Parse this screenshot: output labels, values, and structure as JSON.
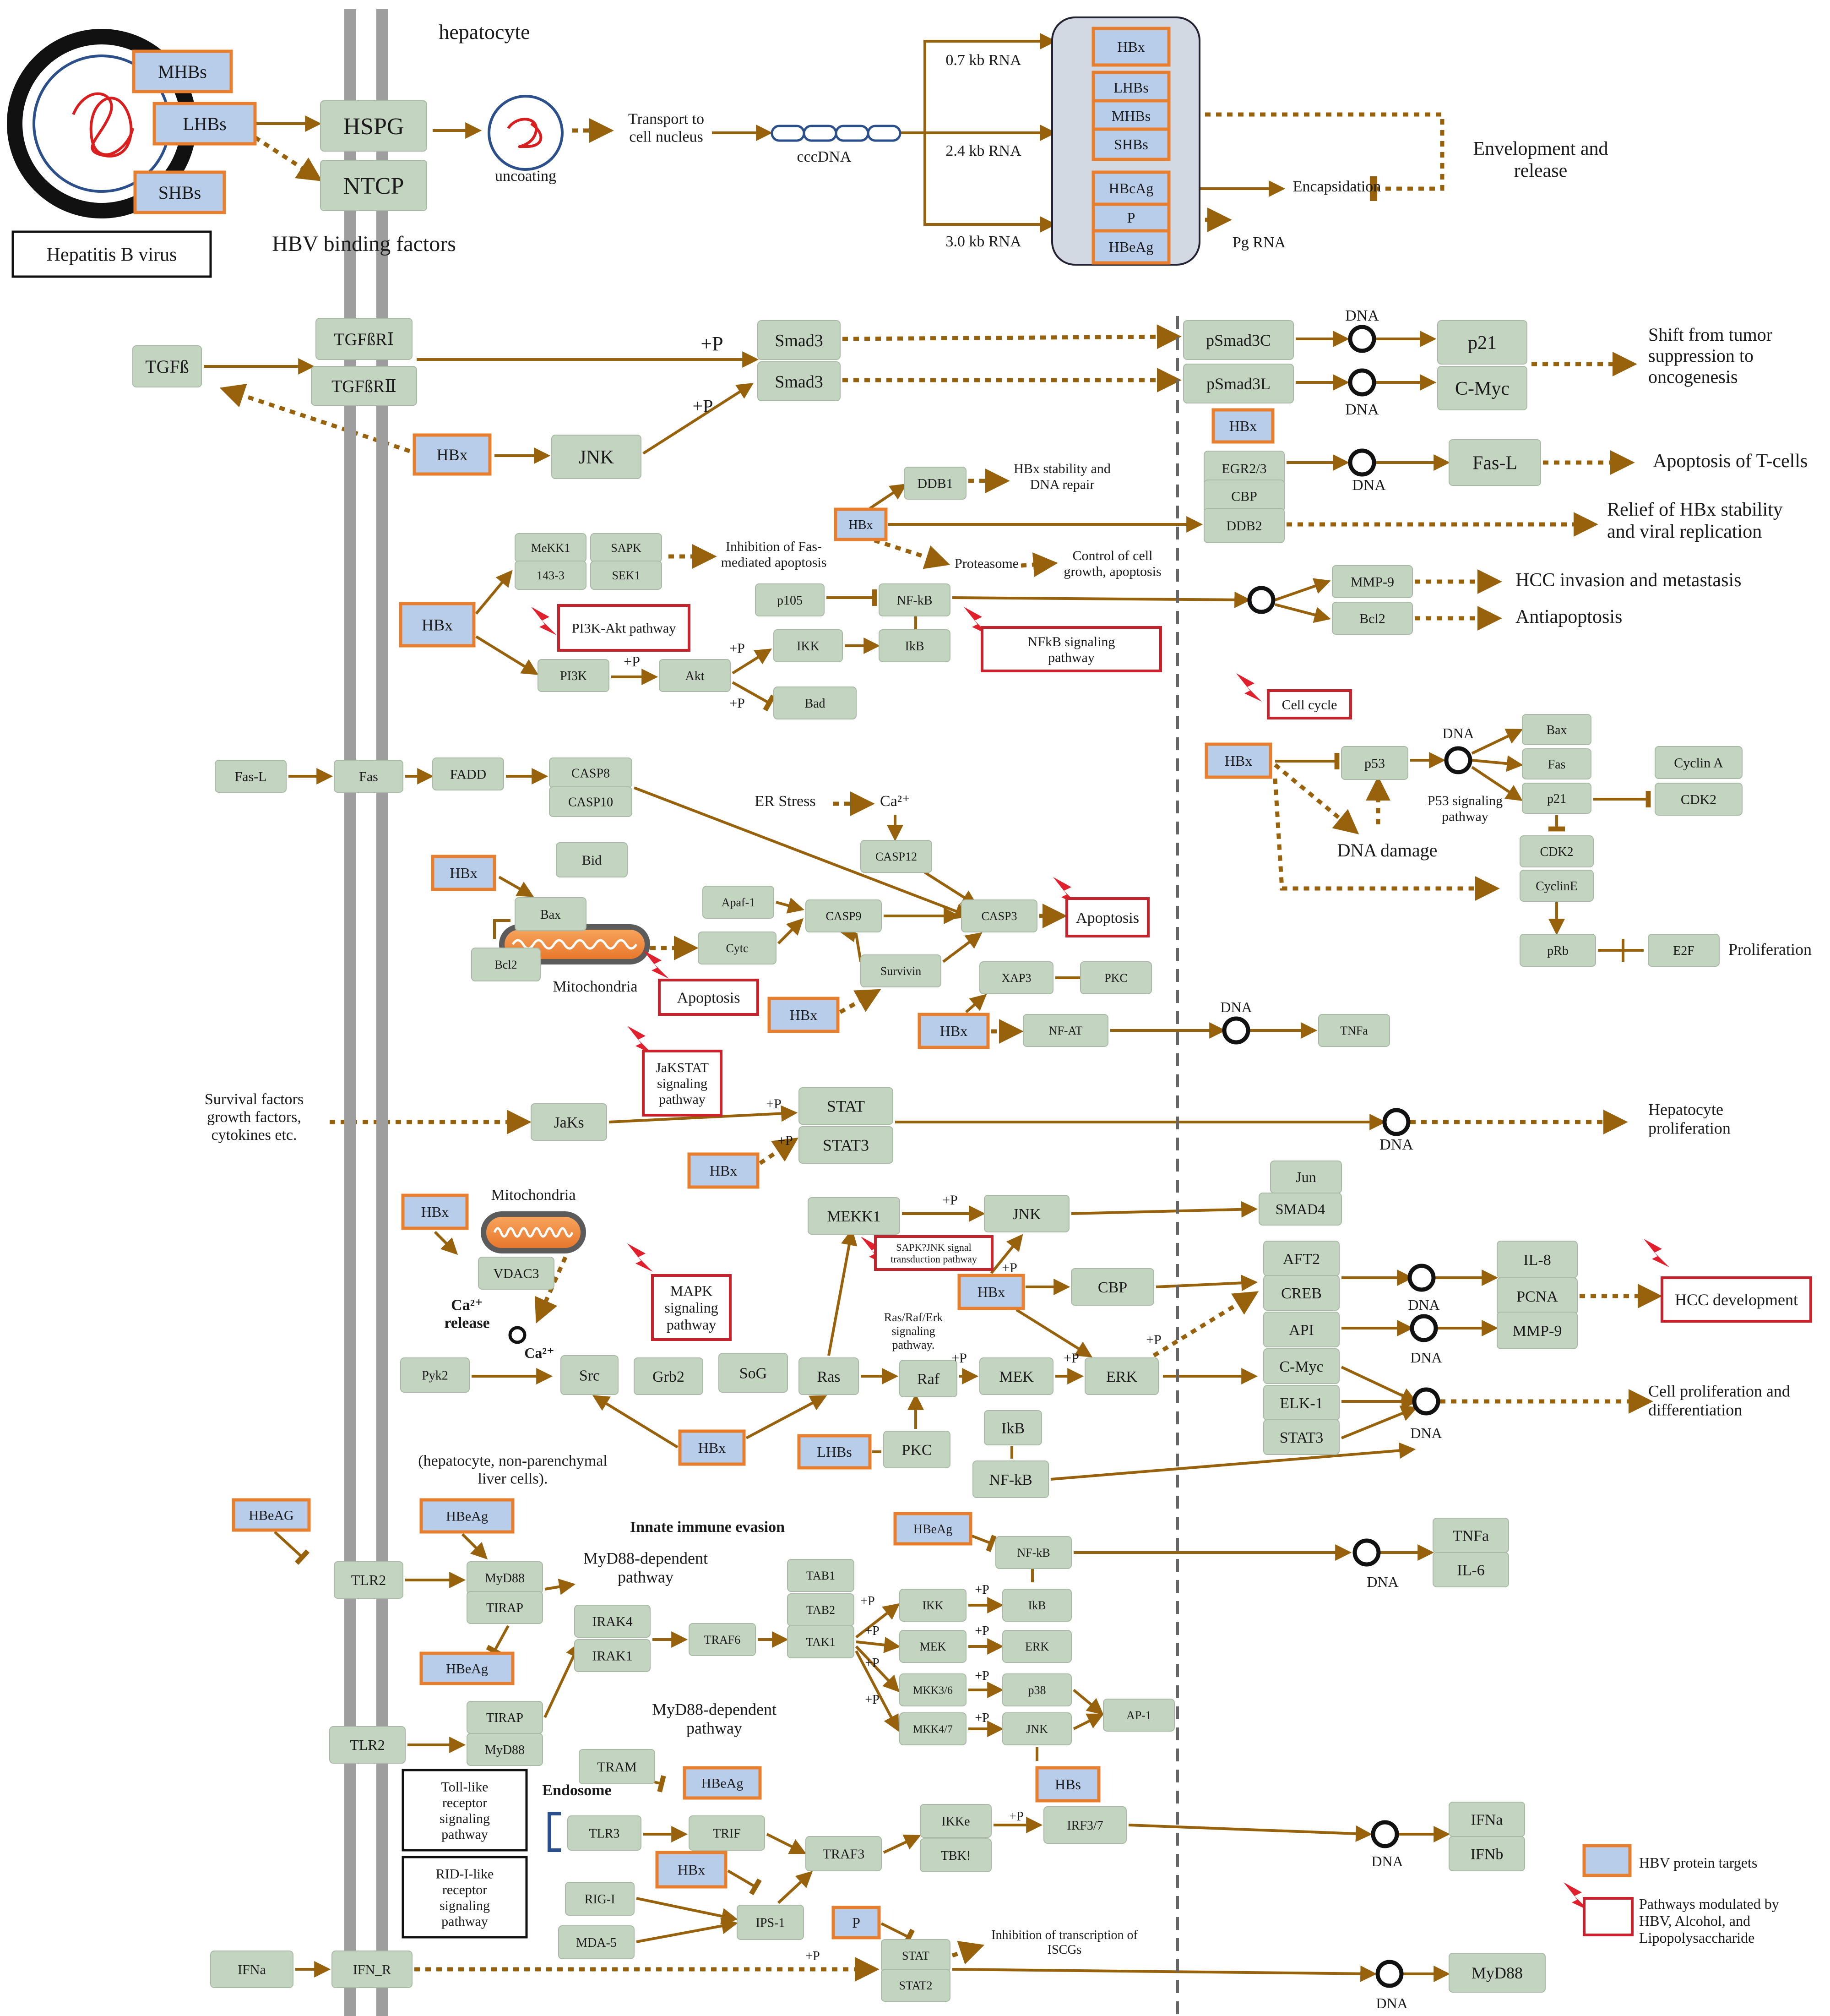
{
  "colors": {
    "node": "#c3d5c0",
    "hbv": "#b8cde9",
    "hbv_border": "#e77f2f",
    "pathway_border": "#c8232c",
    "arrow": "#98620c",
    "membrane": "#9e9e9e",
    "lightning": "#e0202d",
    "dna_circle": "#111111"
  },
  "virus": {
    "title": "Hepatitis B virus",
    "mhbs": "MHBs",
    "lhbs": "LHBs",
    "shbs": "SHBs"
  },
  "header": {
    "hepatocyte": "hepatocyte",
    "binding": "HBV binding factors",
    "hspg": "HSPG",
    "ntcp": "NTCP",
    "uncoating": "uncoating",
    "transport": "Transport to\ncell nucleus",
    "cccdna": "cccDNA",
    "rna07": "0.7 kb RNA",
    "rna24": "2.4 kb RNA",
    "rna30": "3.0 kb RNA",
    "hbx": "HBx",
    "lhbs": "LHBs",
    "mhbs": "MHBs",
    "shbs": "SHBs",
    "hbcag": "HBcAg",
    "p": "P",
    "hbeag": "HBeAg",
    "encaps": "Encapsidation",
    "pgrna": "Pg RNA",
    "envelop": "Envelopment and\nrelease"
  },
  "tgf": {
    "tgfb": "TGFß",
    "tgfbr1": "TGFßRⅠ",
    "tgfbr2": "TGFßRⅡ",
    "p": "+P",
    "smad3a": "Smad3",
    "smad3b": "Smad3",
    "psmad3c": "pSmad3C",
    "psmad3l": "pSmad3L",
    "dna": "DNA",
    "p21": "p21",
    "cmyc": "C-Myc",
    "shift": "Shift from tumor\nsuppression to\noncogenesis",
    "hbx": "HBx",
    "jnk": "JNK"
  },
  "fasl": {
    "hbx": "HBx",
    "egr": "EGR2/3",
    "cbp": "CBP",
    "ddb2": "DDB2",
    "fasl": "Fas-L",
    "apop": "Apoptosis of T-cells",
    "relief": "Relief of HBx stability\nand viral replication"
  },
  "nfkb": {
    "ddb1": "DDB1",
    "hbx_small": "HBx",
    "stab": "HBx stability and\nDNA repair",
    "proteasome": "Proteasome",
    "control": "Control of cell\ngrowth, apoptosis",
    "mekk1": "MeKK1",
    "sapk": "SAPK",
    "p1433": "143-3",
    "sek1": "SEK1",
    "inhib": "Inhibition of Fas-\nmediated apoptosis",
    "hbx": "HBx",
    "pi3kakt": "PI3K-Akt pathway",
    "p105": "p105",
    "nfkb": "NF-kB",
    "ikb": "IkB",
    "ikk": "IKK",
    "pi3k": "PI3K",
    "akt": "Akt",
    "bad": "Bad",
    "p": "+P",
    "nfkb_pw": "NFkB signaling\npathway",
    "mmp9": "MMP-9",
    "bcl2": "Bcl2",
    "hcc": "HCC invasion and metastasis",
    "anti": "Antiapoptosis"
  },
  "p53": {
    "cellcycle": "Cell cycle",
    "hbx": "HBx",
    "p53": "p53",
    "dna": "DNA",
    "damage": "DNA damage",
    "label": "P53 signaling\npathway",
    "bax": "Bax",
    "fas": "Fas",
    "p21": "p21",
    "cyclina": "Cyclin A",
    "cdk2a": "CDK2",
    "cdk2": "CDK2",
    "cycline": "CyclinE",
    "prb": "pRb",
    "e2f": "E2F",
    "prolif": "Proliferation"
  },
  "apop": {
    "fasl": "Fas-L",
    "fas": "Fas",
    "fadd": "FADD",
    "casp8": "CASP8",
    "casp10": "CASP10",
    "er": "ER  Stress",
    "ca": "Ca²⁺",
    "casp12": "CASP12",
    "bid": "Bid",
    "hbx1": "HBx",
    "bax": "Bax",
    "bcl2": "Bcl2",
    "mito": "Mitochondria",
    "apaf": "Apaf-1",
    "cytc": "Cytc",
    "casp9": "CASP9",
    "casp3": "CASP3",
    "apoptosis": "Apoptosis",
    "apoptosis2": "Apoptosis",
    "survivin": "Survivin",
    "hbx2": "HBx",
    "xap3": "XAP3",
    "pkc": "PKC",
    "hbx3": "HBx",
    "nfat": "NF-AT",
    "dna": "DNA",
    "tnfa": "TNFa"
  },
  "jak": {
    "pw": "JaKSTAT\nsignaling\npathway",
    "survival": "Survival factors\ngrowth factors,\ncytokines etc.",
    "jaks": "JaKs",
    "stat": "STAT",
    "stat3": "STAT3",
    "p": "+P",
    "hbx": "HBx",
    "dna": "DNA",
    "hep": "Hepatocyte\nproliferation"
  },
  "mapk": {
    "hbx1": "HBx",
    "mito": "Mitochondria",
    "vdac3": "VDAC3",
    "ca_release": "Ca²⁺\nrelease",
    "ca": "Ca²⁺",
    "pyk2": "Pyk2",
    "mapk_pw": "MAPK\nsignaling\npathway",
    "src": "Src",
    "grb2": "Grb2",
    "sog": "SoG",
    "ras": "Ras",
    "raf": "Raf",
    "mek": "MEK",
    "erk": "ERK",
    "hbx2": "HBx",
    "lhbs": "LHBs",
    "pkc": "PKC",
    "ikb": "IkB",
    "nfkb": "NF-kB",
    "mekk1": "MEKK1",
    "jnk": "JNK",
    "sapk_pw": "SAPK?JNK signal\ntransduction pathway",
    "hbx3": "HBx",
    "cbp": "CBP",
    "rasraf": "Ras/Raf/Erk\nsignaling\npathway.",
    "p": "+P",
    "jun": "Jun",
    "smad4": "SMAD4",
    "aft2": "AFT2",
    "creb": "CREB",
    "api": "API",
    "cmyc": "C-Myc",
    "elk1": "ELK-1",
    "stat3": "STAT3",
    "dna": "DNA",
    "il8": "IL-8",
    "pcna": "PCNA",
    "mmp9": "MMP-9",
    "hcc": "HCC development",
    "cellprolif": "Cell proliferation and\ndifferentiation"
  },
  "tlr": {
    "hbeag1": "HBeAG",
    "hbeag2": "HBeAg",
    "hbeag3": "HBeAg",
    "hbeag4": "HBeAg",
    "hbeag5": "HBeAg",
    "hepnon": "(hepatocyte, non-parenchymal\nliver cells).",
    "innate": "Innate immune evasion",
    "myd1": "MyD88-dependent\npathway",
    "myd2": "MyD88-dependent\npathway",
    "tlr2a": "TLR2",
    "tlr2b": "TLR2",
    "myd88a": "MyD88",
    "tirapa": "TIRAP",
    "tirapb": "TIRAP",
    "myd88b": "MyD88",
    "irak4": "IRAK4",
    "irak1": "IRAK1",
    "traf6": "TRAF6",
    "tab1": "TAB1",
    "tab2": "TAB2",
    "tak1": "TAK1",
    "ikk": "IKK",
    "ikb": "IkB",
    "mek": "MEK",
    "erk": "ERK",
    "mkk36": "MKK3/6",
    "p38": "p38",
    "mkk47": "MKK4/7",
    "jnk": "JNK",
    "ap1": "AP-1",
    "hbs": "HBs",
    "nfkb": "NF-kB",
    "tnfa": "TNFa",
    "il6": "IL-6",
    "dna": "DNA",
    "p": "+P",
    "toll_pw": "Toll-like\nreceptor\nsignaling\npathway",
    "rid_pw": "RID-I-like\nreceptor\nsignaling\npathway",
    "endosome": "Endosome",
    "tram": "TRAM",
    "tlr3": "TLR3",
    "trif": "TRIF",
    "traf3": "TRAF3",
    "ikke": "IKKe",
    "tbk": "TBK!",
    "irf": "IRF3/7",
    "ifna": "IFNa",
    "ifnb": "IFNb",
    "hbx": "HBx",
    "rig": "RIG-I",
    "mda": "MDA-5",
    "ips": "IPS-1",
    "p_hbv": "P",
    "ifna_in": "IFNa",
    "ifnr": "IFN_R",
    "stat": "STAT",
    "stat2": "STAT2",
    "inhibition": "Inhibition of transcription of\nISCGs",
    "myd88c": "MyD88"
  },
  "legend": {
    "targets": "HBV protein targets",
    "pathways": "Pathways modulated by\nHBV, Alcohol, and\nLipopolysaccharide"
  }
}
